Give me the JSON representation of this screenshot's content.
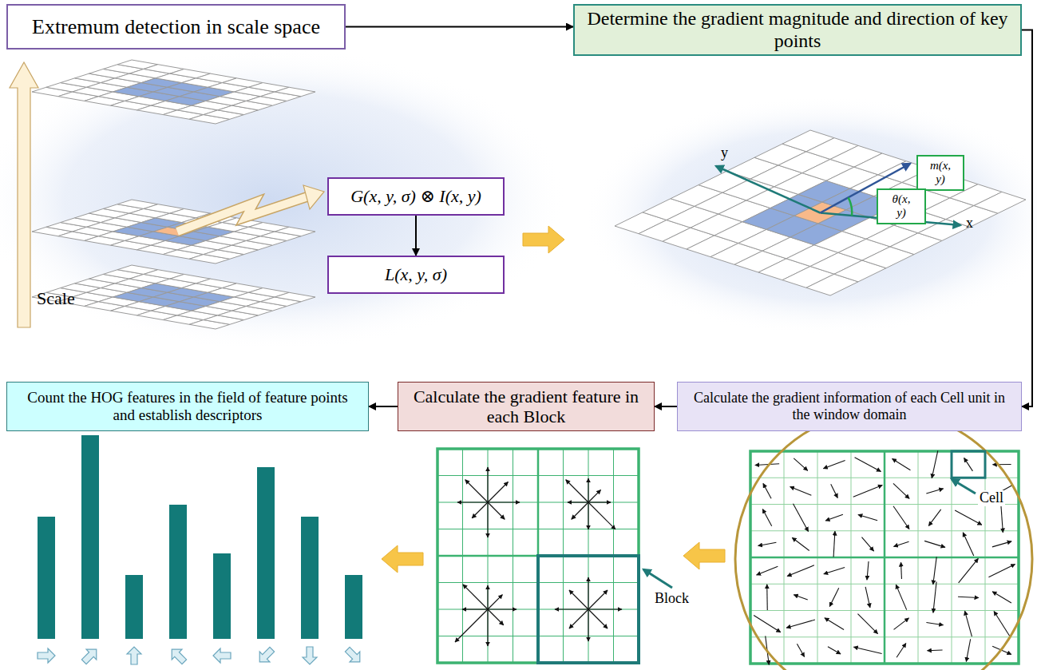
{
  "diagram": {
    "nodes": [
      {
        "text": [
          "Extremum detection in scale space"
        ]
      },
      {
        "text": [
          "Determine the gradient magnitude and direction of key points"
        ]
      },
      {
        "text": [
          "G(x, y, σ) ⊗ I(x, y)"
        ]
      },
      {
        "text": [
          "L(x, y, σ)"
        ]
      },
      {
        "text": [
          "m(x, y)"
        ]
      },
      {
        "text": [
          "θ(x, y)"
        ]
      },
      {
        "text": [
          "Calculate the gradient information of each Cell unit in the window domain"
        ]
      },
      {
        "text": [
          "Calculate the gradient feature in each Block"
        ]
      },
      {
        "text": [
          "Count the HOG features in the field of feature points and establish descriptors"
        ]
      }
    ],
    "edges": [
      {
        "from": 0,
        "to": 1,
        "arrow": "to"
      },
      {
        "from": 1,
        "to": 6,
        "arrow": "to"
      },
      {
        "from": 6,
        "to": 7,
        "arrow": "to"
      },
      {
        "from": 7,
        "to": 8,
        "arrow": "to"
      },
      {
        "from": 2,
        "to": 3,
        "arrow": "to"
      }
    ],
    "labels": [
      "Scale",
      "y",
      "x",
      "Cell",
      "Block"
    ]
  }
}
